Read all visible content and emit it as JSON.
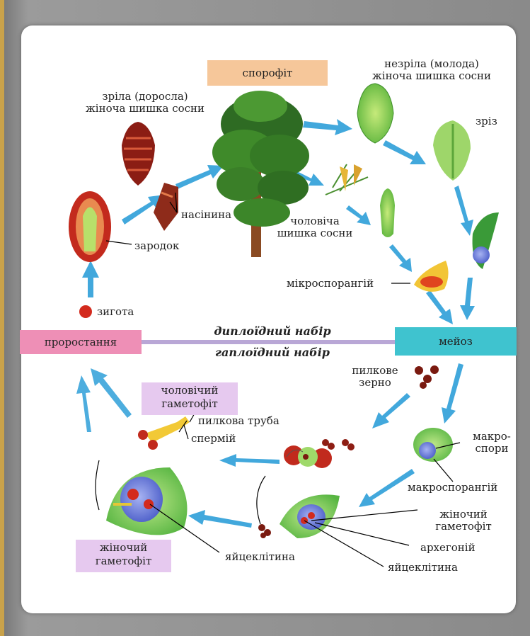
{
  "labels": {
    "sporophyte": "спорофіт",
    "mature_cone_1": "зріла (доросла)",
    "mature_cone_2": "жіноча шишка сосни",
    "immature_cone_1": "незріла (молода)",
    "immature_cone_2": "жіноча шишка сосни",
    "section": "зріз",
    "seed": "насінина",
    "embryo": "зародок",
    "male_cone_1": "чоловіча",
    "male_cone_2": "шишка сосни",
    "microsporangium": "мікроспорангій",
    "zygote": "зигота",
    "germination": "проростання",
    "meiosis": "мейоз",
    "diploid": "диплоїдний набір",
    "haploid": "гаплоїдний набір",
    "pollen_1": "пилкове",
    "pollen_2": "зерно",
    "male_gametophyte_1": "чоловічий",
    "male_gametophyte_2": "гаметофіт",
    "pollen_tube": "пилкова труба",
    "sperm": "спермій",
    "macrospores_1": "макро-",
    "macrospores_2": "спори",
    "macrosporangium": "макроспорангій",
    "female_gametophyte_1": "жіночий",
    "female_gametophyte_2": "гаметофіт",
    "archegonium": "архегоній",
    "egg_right": "яйцеклітина",
    "egg_center": "яйцеклітина",
    "female_gametophyte_box_1": "жіночий",
    "female_gametophyte_box_2": "гаметофіт"
  },
  "colors": {
    "sporophyte_box": "#f6c79a",
    "germination_box": "#ee8fb6",
    "meiosis_box": "#3fc3cf",
    "gametophyte_box": "#e6c9ef",
    "ploidy_line": "#b9a7d6",
    "arrow": "#2e9fd8"
  }
}
